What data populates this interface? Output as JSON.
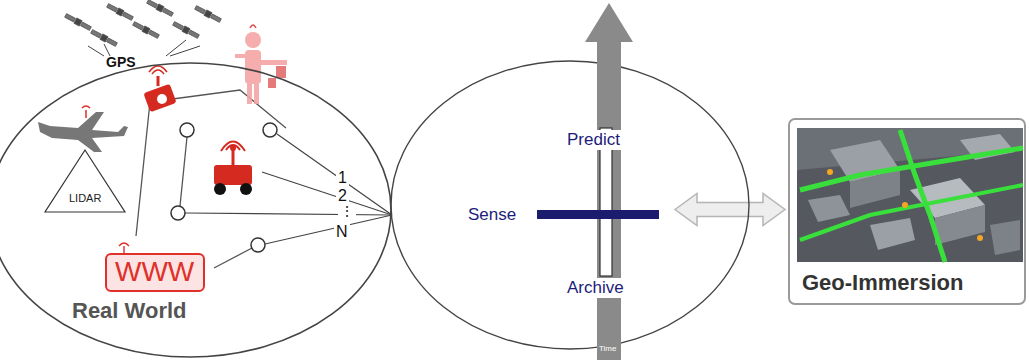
{
  "diagram": {
    "nodes": [
      {
        "text": [
          "Real World"
        ]
      },
      {
        "text": [
          "LIDAR"
        ],
        "in": 0
      },
      {
        "text": [
          "WWW"
        ],
        "in": 0
      },
      {
        "text": [
          "Predict",
          "Sense",
          "Archive",
          "Time"
        ]
      },
      {
        "text": [
          "Geo-Immersion"
        ]
      }
    ],
    "edges": [
      {
        "from": 3,
        "to": 4,
        "arrow": "both"
      }
    ],
    "labels": [
      "GPS",
      "1",
      "2",
      "⋮",
      "N"
    ]
  }
}
